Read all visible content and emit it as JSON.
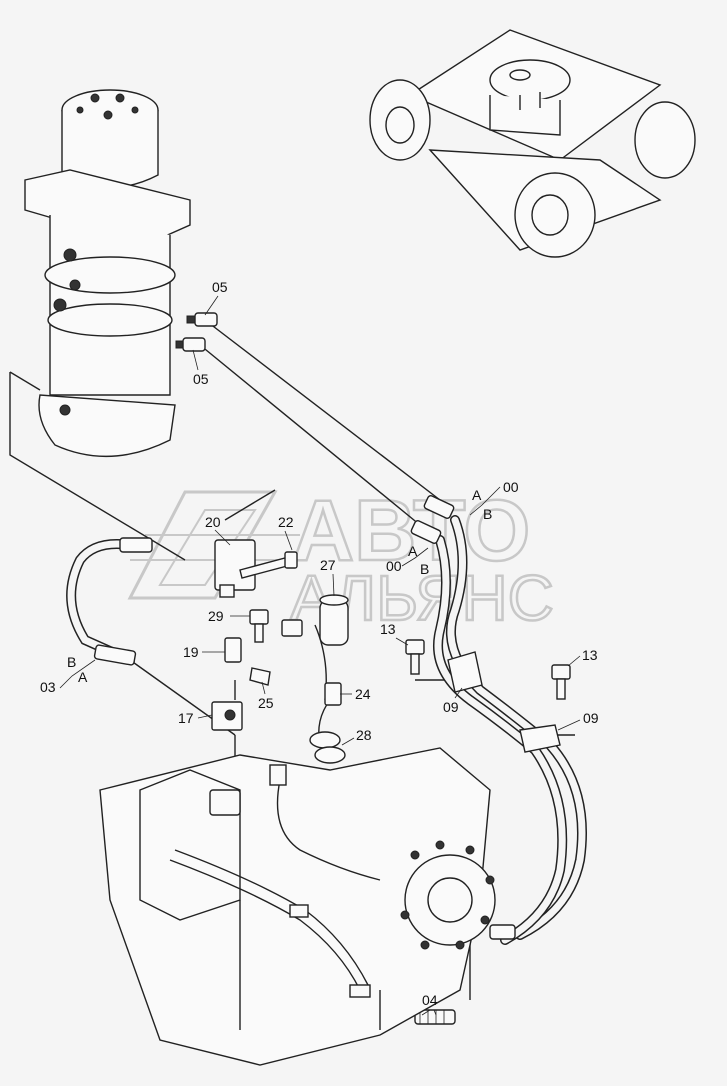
{
  "watermark": {
    "line1": "АВТО",
    "line2": "АЛЬЯНС",
    "color": "#c8c8c8"
  },
  "labels": [
    {
      "id": "05-upper",
      "text": "05"
    },
    {
      "id": "05-lower",
      "text": "05"
    },
    {
      "id": "00-top",
      "text": "00"
    },
    {
      "id": "A-top",
      "text": "A"
    },
    {
      "id": "B-top",
      "text": "B"
    },
    {
      "id": "A-mid",
      "text": "A"
    },
    {
      "id": "00-mid",
      "text": "00"
    },
    {
      "id": "B-mid",
      "text": "B"
    },
    {
      "id": "20",
      "text": "20"
    },
    {
      "id": "22",
      "text": "22"
    },
    {
      "id": "27",
      "text": "27"
    },
    {
      "id": "29",
      "text": "29"
    },
    {
      "id": "13-left",
      "text": "13"
    },
    {
      "id": "13-right",
      "text": "13"
    },
    {
      "id": "19",
      "text": "19"
    },
    {
      "id": "B-left",
      "text": "B"
    },
    {
      "id": "03",
      "text": "03"
    },
    {
      "id": "A-left",
      "text": "A"
    },
    {
      "id": "25",
      "text": "25"
    },
    {
      "id": "24",
      "text": "24"
    },
    {
      "id": "09-left",
      "text": "09"
    },
    {
      "id": "09-right",
      "text": "09"
    },
    {
      "id": "17",
      "text": "17"
    },
    {
      "id": "28",
      "text": "28"
    },
    {
      "id": "04",
      "text": "04"
    }
  ]
}
